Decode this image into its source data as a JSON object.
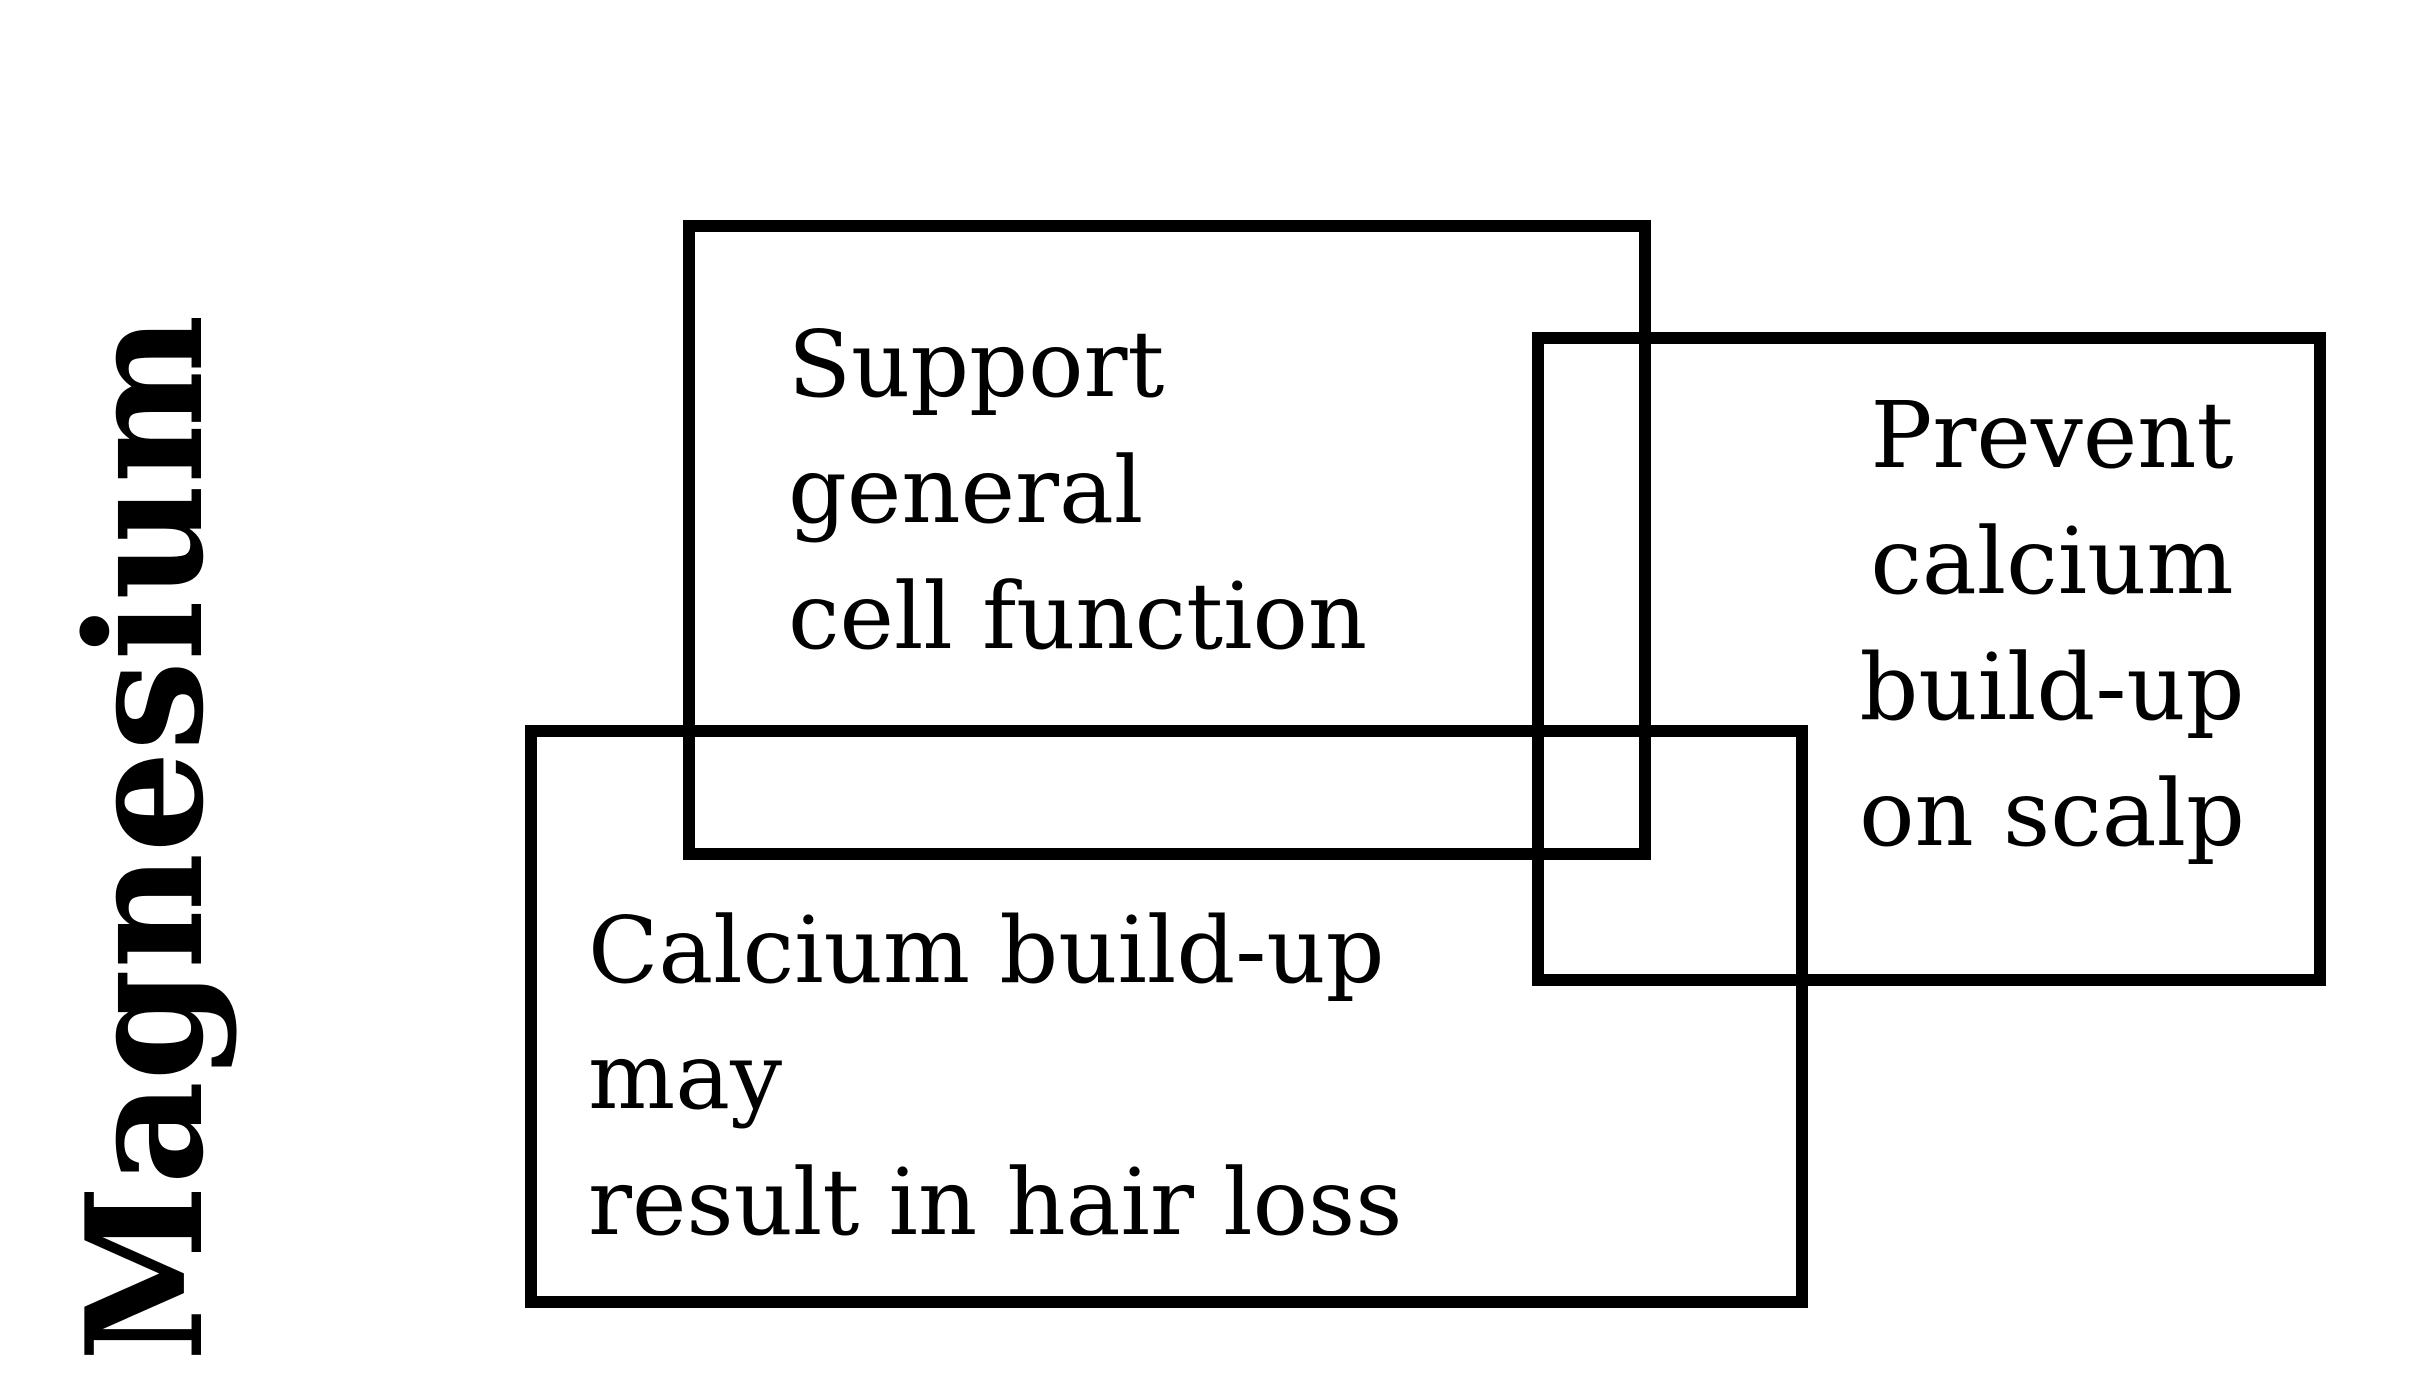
{
  "title": {
    "label": "Magnesium"
  },
  "boxes": {
    "support": {
      "name": "support-general-cell-function",
      "text": "Support\ngeneral\ncell function"
    },
    "prevent": {
      "name": "prevent-calcium-build-up-on-scalp",
      "text": "Prevent\ncalcium\nbuild-up\non scalp"
    },
    "calcium": {
      "name": "calcium-build-up-may-result-in-hair-loss",
      "text": "Calcium build-up\nmay\nresult in hair loss"
    }
  },
  "colors": {
    "stroke": "#000000",
    "background": "#ffffff",
    "text": "#000000"
  }
}
